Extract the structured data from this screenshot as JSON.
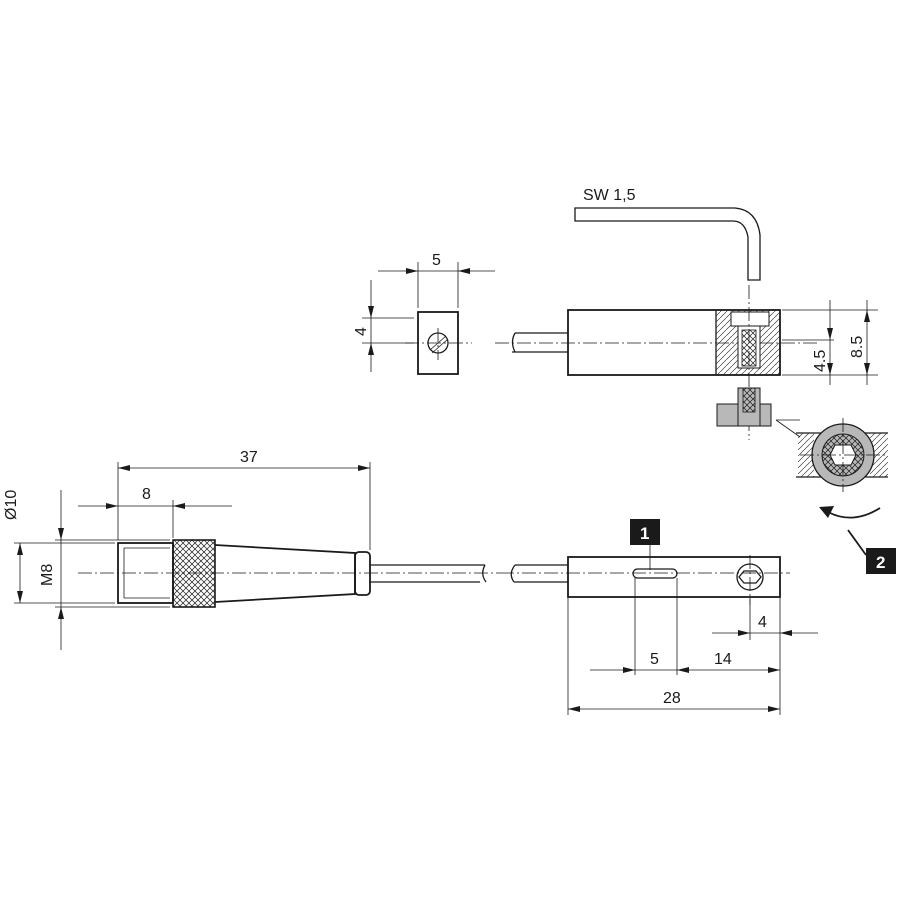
{
  "labels": {
    "wrench_size": "SW 1,5",
    "dim_top_width": "5",
    "dim_top_height": "4",
    "dim_height_total": "8.5",
    "dim_height_inner": "4.5",
    "dim_length_37": "37",
    "dim_length_8": "8",
    "dim_diameter": "Ø10",
    "dim_thread": "M8",
    "dim_4": "4",
    "dim_5": "5",
    "dim_14": "14",
    "dim_28": "28"
  },
  "callouts": [
    "1",
    "2"
  ]
}
